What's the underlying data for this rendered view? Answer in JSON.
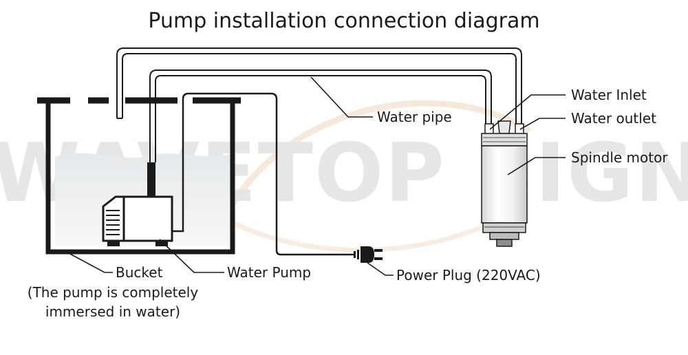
{
  "title": "Pump installation connection diagram",
  "watermark": "WAVETOP SIGN",
  "labels": {
    "water_inlet": "Water Inlet",
    "water_outlet": "Water outlet",
    "water_pipe": "Water pipe",
    "spindle_motor": "Spindle motor",
    "bucket": "Bucket",
    "bucket_note_line1": "(The pump is completely",
    "bucket_note_line2": "immersed in water)",
    "water_pump": "Water Pump",
    "power_plug": "Power Plug (220VAC)"
  },
  "colors": {
    "line": "#1a1a1a",
    "water": "#eef0f1",
    "motor_shade": "#d8d8d8",
    "watermark": "#dedede",
    "watermark_swoosh": "#f6e6d6"
  }
}
